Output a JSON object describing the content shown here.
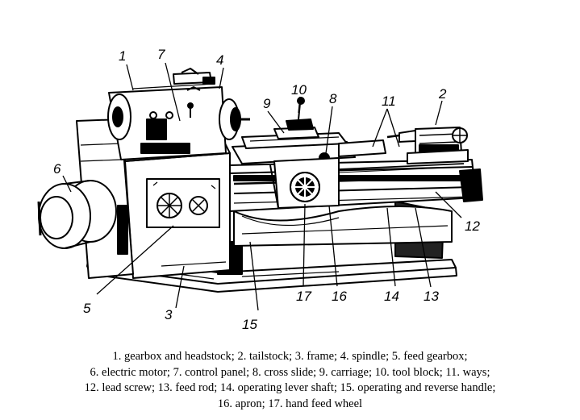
{
  "callouts": {
    "n1": "1",
    "n2": "2",
    "n3": "3",
    "n4": "4",
    "n5": "5",
    "n6": "6",
    "n7": "7",
    "n8": "8",
    "n9": "9",
    "n10": "10",
    "n11": "11",
    "n12": "12",
    "n13": "13",
    "n14": "14",
    "n15": "15",
    "n16": "16",
    "n17": "17"
  },
  "caption": [
    "1. gearbox and headstock; 2. tailstock; 3. frame; 4. spindle; 5. feed gearbox;",
    "6. electric motor; 7. control panel; 8. cross slide; 9. carriage; 10. tool block; 11. ways;",
    "12. lead screw; 13. feed rod; 14. operating lever shaft; 15. operating and reverse handle;",
    "16. apron; 17. hand feed wheel"
  ]
}
